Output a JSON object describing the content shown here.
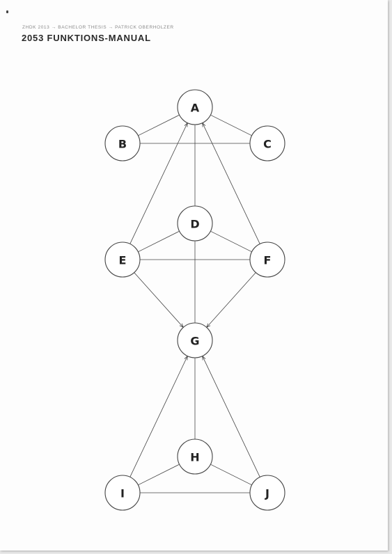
{
  "header": {
    "breadcrumb": "ZHDK 2013 → BACHELOR THESIS → PATRICK OBERHOLZER",
    "title": "2053 FUNKTIONS-MANUAL"
  },
  "diagram": {
    "nodes": [
      "A",
      "B",
      "C",
      "D",
      "E",
      "F",
      "G",
      "H",
      "I",
      "J"
    ],
    "edges": [
      {
        "from": "B",
        "to": "A",
        "arrow": false
      },
      {
        "from": "C",
        "to": "A",
        "arrow": false
      },
      {
        "from": "B",
        "to": "C",
        "arrow": false
      },
      {
        "from": "D",
        "to": "A",
        "arrow": false
      },
      {
        "from": "E",
        "to": "A",
        "arrow": true
      },
      {
        "from": "F",
        "to": "A",
        "arrow": true
      },
      {
        "from": "D",
        "to": "E",
        "arrow": false
      },
      {
        "from": "D",
        "to": "F",
        "arrow": false
      },
      {
        "from": "E",
        "to": "F",
        "arrow": false
      },
      {
        "from": "D",
        "to": "G",
        "arrow": false
      },
      {
        "from": "E",
        "to": "G",
        "arrow": true
      },
      {
        "from": "F",
        "to": "G",
        "arrow": true
      },
      {
        "from": "H",
        "to": "G",
        "arrow": false
      },
      {
        "from": "I",
        "to": "G",
        "arrow": true
      },
      {
        "from": "J",
        "to": "G",
        "arrow": true
      },
      {
        "from": "H",
        "to": "I",
        "arrow": false
      },
      {
        "from": "H",
        "to": "J",
        "arrow": false
      },
      {
        "from": "I",
        "to": "J",
        "arrow": false
      }
    ]
  }
}
